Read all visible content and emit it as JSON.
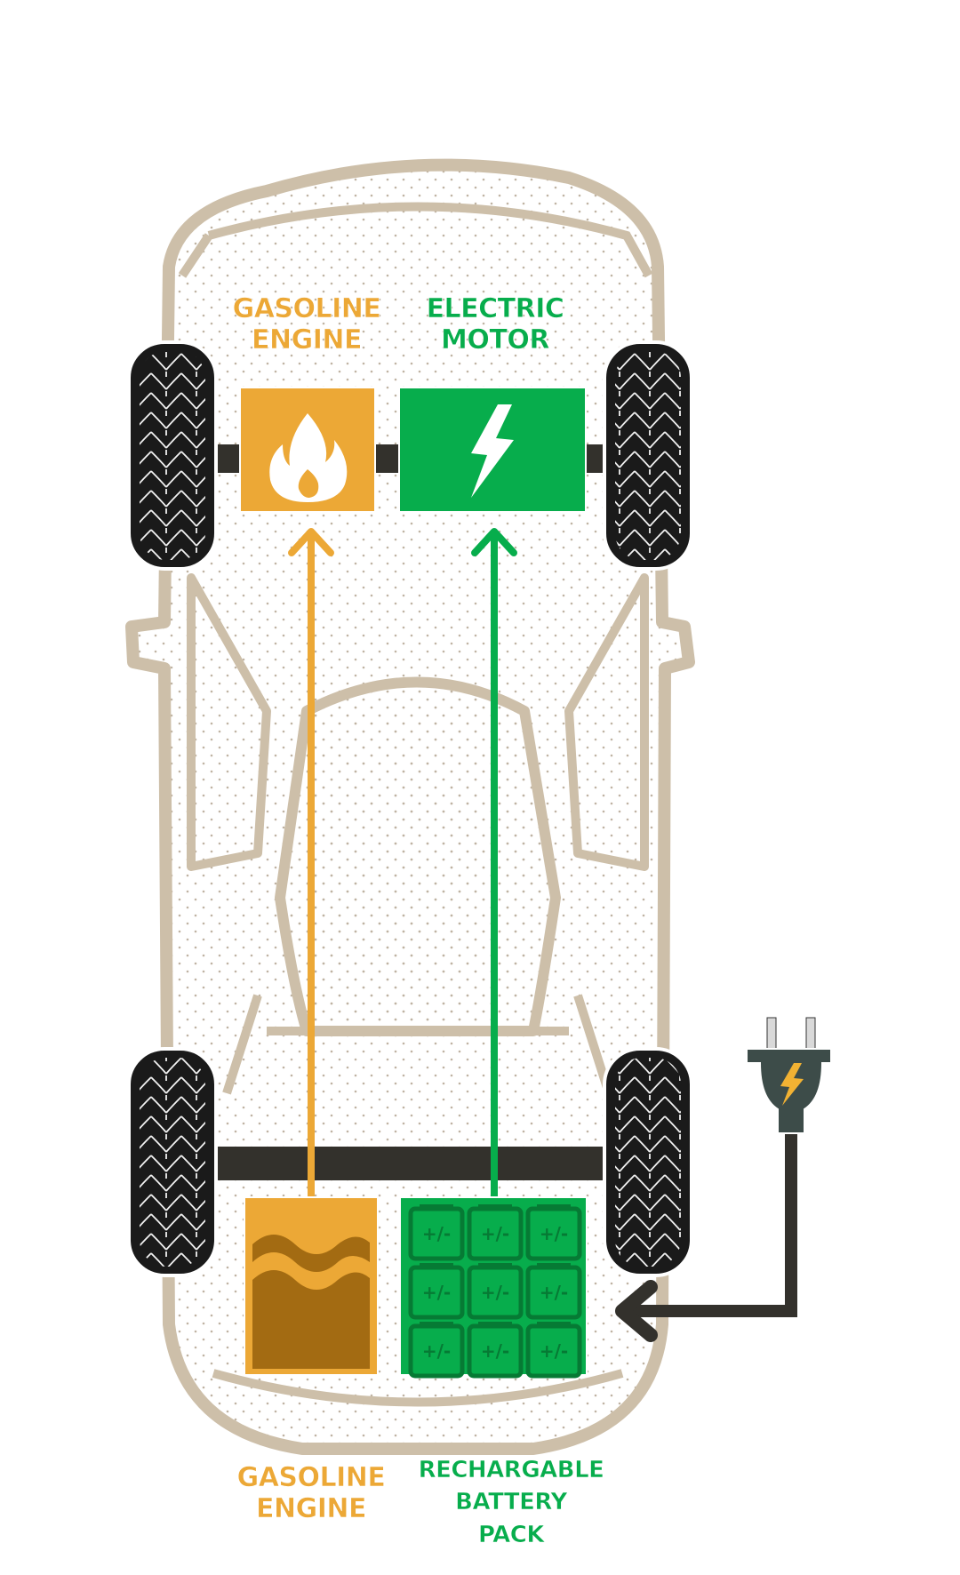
{
  "labels": {
    "front_left": {
      "lines": [
        "GASOLINE",
        "ENGINE"
      ]
    },
    "front_right": {
      "lines": [
        "ELECTRIC",
        "MOTOR"
      ]
    },
    "bottom_left": {
      "lines": [
        "GASOLINE",
        "ENGINE"
      ]
    },
    "bottom_right": {
      "lines": [
        "RECHARGABLE",
        "BATTERY",
        "PACK"
      ]
    }
  },
  "battery_cell_label": "+/-",
  "battery_grid": {
    "rows": 3,
    "cols": 3
  },
  "icons": {
    "engine": "flame-icon",
    "motor": "lightning-bolt-icon",
    "fuel_tank": "fuel-wave-icon",
    "plug": "plug-icon",
    "plug_bolt": "lightning-bolt-icon"
  },
  "colors": {
    "gasoline": "#eca836",
    "gasoline_dark": "#a36b12",
    "electric": "#07ad4c",
    "electric_dark": "#067a34",
    "car_outline": "#cdbfa9",
    "axle": "#33312c",
    "plug_body": "#3d4c49",
    "tire": "#1a1a1a"
  }
}
